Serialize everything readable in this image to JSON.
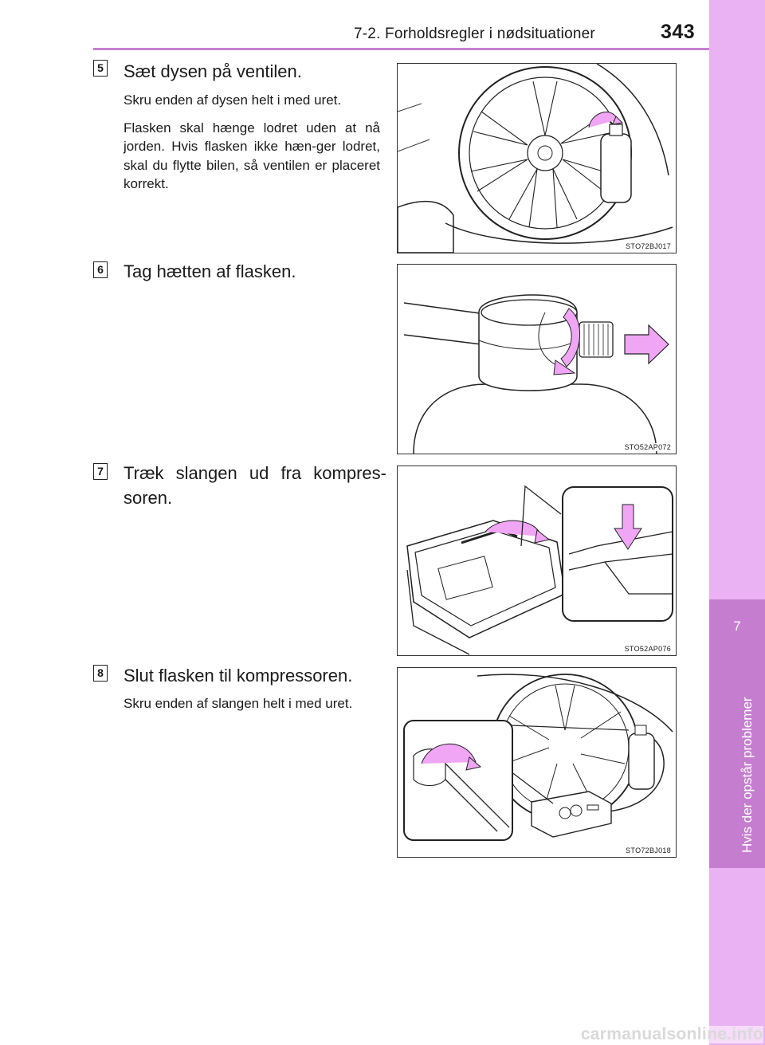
{
  "header": {
    "section_title": "7-2. Forholdsregler i nødsituationer",
    "page_number": "343"
  },
  "side_tab": {
    "chapter_number": "7",
    "chapter_title": "Hvis der opstår problemer"
  },
  "steps": [
    {
      "number": "5",
      "heading": "Sæt dysen på ventilen.",
      "paragraphs": [
        "Skru enden af dysen helt i med uret.",
        "Flasken skal hænge lodret uden at nå jorden. Hvis flasken ikke hæn-ger lodret, skal du flytte bilen, så ventilen er placeret korrekt."
      ],
      "figure_code": "STO72BJ017"
    },
    {
      "number": "6",
      "heading": "Tag hætten af flasken.",
      "paragraphs": [],
      "figure_code": "STO52AP072"
    },
    {
      "number": "7",
      "heading": "Træk slangen ud fra kompres-soren.",
      "paragraphs": [],
      "figure_code": "STO52AP076"
    },
    {
      "number": "8",
      "heading": "Slut flasken til kompressoren.",
      "paragraphs": [
        "Skru enden af slangen helt i med uret."
      ],
      "figure_code": "STO72BJ018"
    }
  ],
  "watermark": "carmanualsonline.info",
  "colors": {
    "accent": "#c77fd0",
    "tab_light": "#eab2f2",
    "tab_dark": "#c57ecf",
    "arrow_fill": "#f0a6f5"
  }
}
